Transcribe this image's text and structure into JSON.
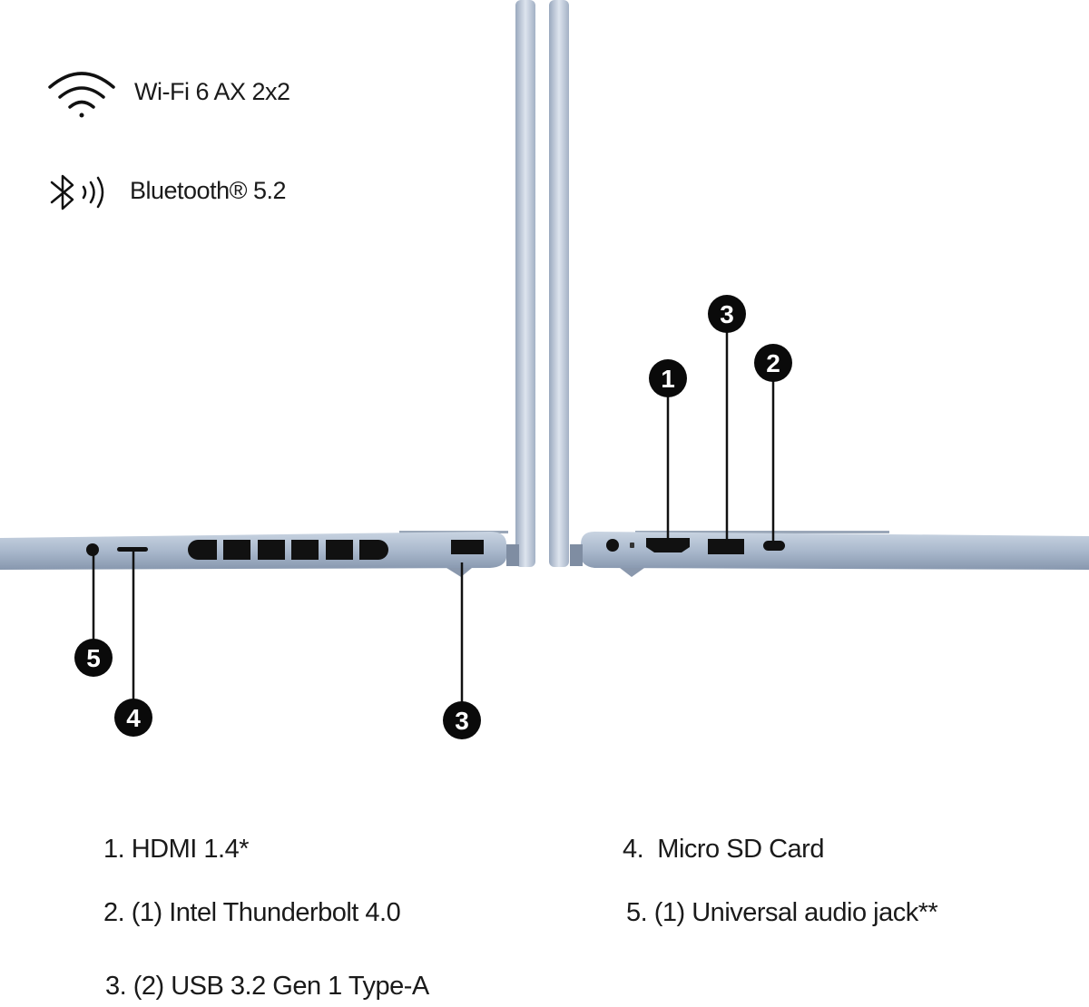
{
  "connectivity": {
    "wifi": {
      "icon": "wifi-icon",
      "label": "Wi-Fi 6 AX 2x2"
    },
    "bluetooth": {
      "icon": "bluetooth-icon",
      "label": "Bluetooth® 5.2"
    }
  },
  "callouts": {
    "right_hdmi": "1",
    "right_usb": "3",
    "right_thunderbolt": "2",
    "left_audio": "5",
    "left_sd": "4",
    "left_usb": "3"
  },
  "legend": [
    "1. HDMI 1.4*",
    "2. (1) Intel Thunderbolt 4.0",
    "3. (2) USB 3.2 Gen 1 Type-A",
    "4.  Micro SD Card",
    "5. (1) Universal audio jack**"
  ],
  "colors": {
    "chassis": "#aebcd0",
    "chassis_dark": "#8e9db3",
    "port": "#111111",
    "badge": "#0a0a0a"
  }
}
